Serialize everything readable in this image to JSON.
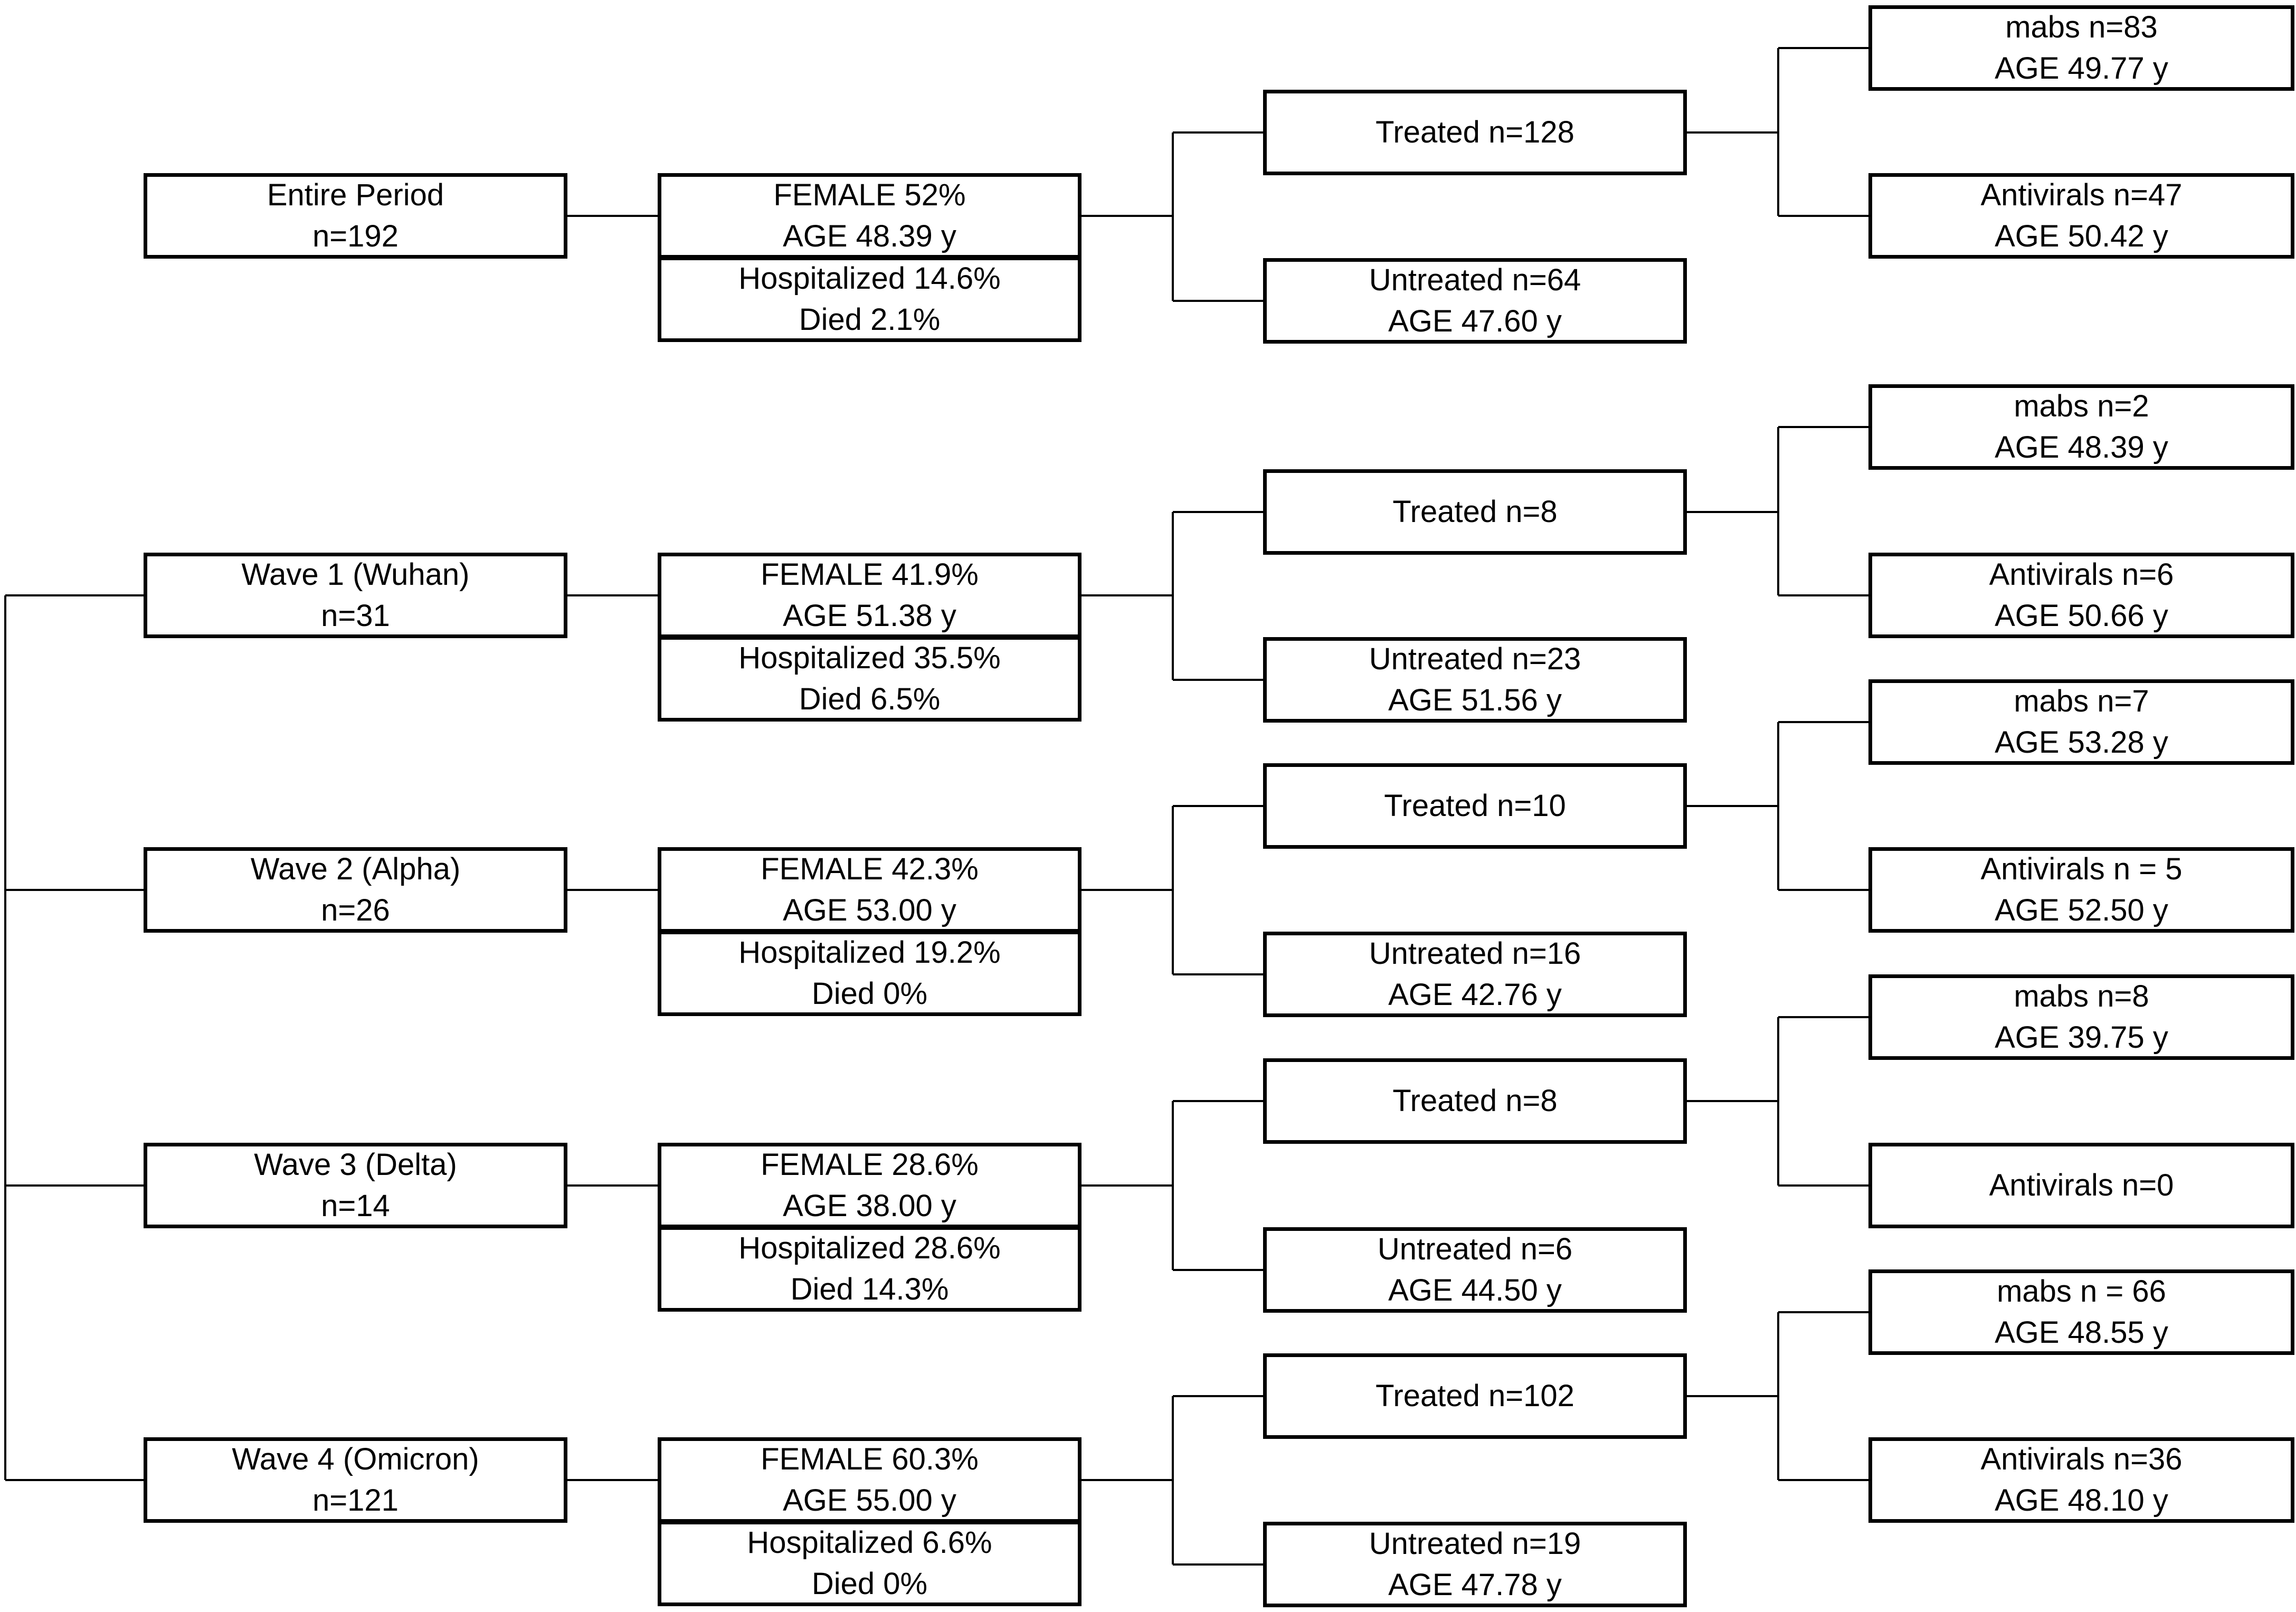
{
  "rows": [
    {
      "group": {
        "line1": "Entire Period",
        "line2": "n=192"
      },
      "stats": {
        "female": "FEMALE 52%",
        "age": "AGE 48.39 y",
        "hospitalized": "Hospitalized 14.6%",
        "died": "Died 2.1%"
      },
      "treated": {
        "label": "Treated n=128"
      },
      "untreated": {
        "line1": "Untreated n=64",
        "line2": "AGE 47.60 y"
      },
      "mabs": {
        "line1": "mabs n=83",
        "line2": "AGE 49.77 y"
      },
      "antivirals": {
        "line1": "Antivirals n=47",
        "line2": "AGE 50.42 y"
      }
    },
    {
      "group": {
        "line1": "Wave 1 (Wuhan)",
        "line2": "n=31"
      },
      "stats": {
        "female": "FEMALE 41.9%",
        "age": "AGE 51.38 y",
        "hospitalized": "Hospitalized 35.5%",
        "died": "Died 6.5%"
      },
      "treated": {
        "label": "Treated n=8"
      },
      "untreated": {
        "line1": "Untreated n=23",
        "line2": "AGE 51.56 y"
      },
      "mabs": {
        "line1": "mabs n=2",
        "line2": "AGE 48.39 y"
      },
      "antivirals": {
        "line1": "Antivirals n=6",
        "line2": "AGE 50.66 y"
      }
    },
    {
      "group": {
        "line1": "Wave 2  (Alpha)",
        "line2": "n=26"
      },
      "stats": {
        "female": "FEMALE 42.3%",
        "age": "AGE 53.00 y",
        "hospitalized": "Hospitalized 19.2%",
        "died": "Died 0%"
      },
      "treated": {
        "label": "Treated n=10"
      },
      "untreated": {
        "line1": "Untreated n=16",
        "line2": "AGE 42.76 y"
      },
      "mabs": {
        "line1": "mabs n=7",
        "line2": "AGE 53.28 y"
      },
      "antivirals": {
        "line1": "Antivirals n = 5",
        "line2": "AGE 52.50 y"
      }
    },
    {
      "group": {
        "line1": "Wave 3 (Delta)",
        "line2": "n=14"
      },
      "stats": {
        "female": "FEMALE 28.6%",
        "age": "AGE 38.00 y",
        "hospitalized": "Hospitalized 28.6%",
        "died": "Died 14.3%"
      },
      "treated": {
        "label": "Treated n=8"
      },
      "untreated": {
        "line1": "Untreated n=6",
        "line2": "AGE 44.50 y"
      },
      "mabs": {
        "line1": "mabs n=8",
        "line2": "AGE 39.75 y"
      },
      "antivirals": {
        "line1": "Antivirals n=0",
        "line2": ""
      }
    },
    {
      "group": {
        "line1": "Wave 4 (Omicron)",
        "line2": "n=121"
      },
      "stats": {
        "female": "FEMALE 60.3%",
        "age": "AGE 55.00 y",
        "hospitalized": "Hospitalized 6.6%",
        "died": "Died 0%"
      },
      "treated": {
        "label": "Treated n=102"
      },
      "untreated": {
        "line1": "Untreated n=19",
        "line2": "AGE 47.78 y"
      },
      "mabs": {
        "line1": "mabs n = 66",
        "line2": "AGE 48.55 y"
      },
      "antivirals": {
        "line1": "Antivirals n=36",
        "line2": "AGE 48.10 y"
      }
    }
  ]
}
